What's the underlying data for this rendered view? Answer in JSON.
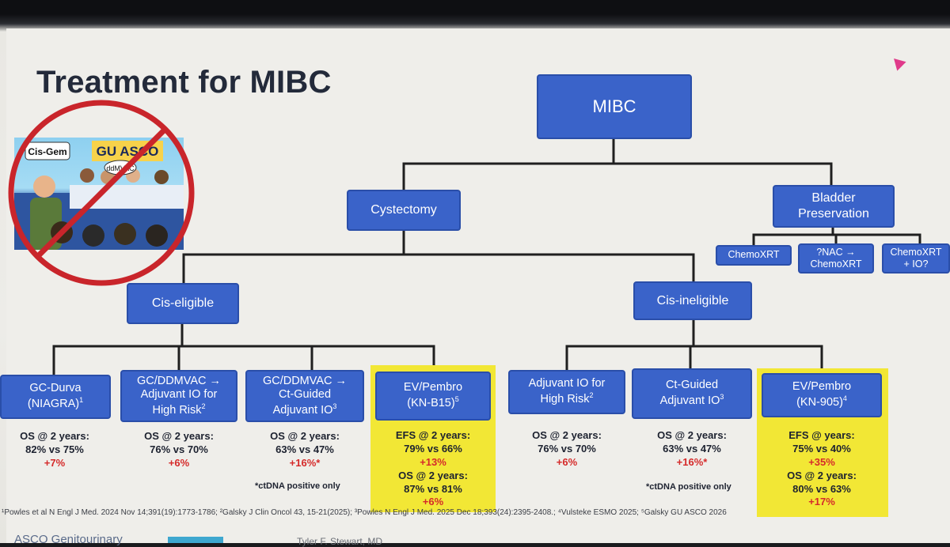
{
  "title": "Treatment for MIBC",
  "root": "MIBC",
  "branches": {
    "cystectomy": "Cystectomy",
    "bladder_preservation": [
      "Bladder",
      "Preservation"
    ]
  },
  "preservation_options": [
    [
      "ChemoXRT"
    ],
    [
      "?NAC →",
      "ChemoXRT"
    ],
    [
      "ChemoXRT",
      "+ IO?"
    ]
  ],
  "subgroups": {
    "cis_eligible": "Cis-eligible",
    "cis_ineligible": "Cis-ineligible"
  },
  "cartoon": {
    "sign1": "Cis-Gem",
    "sign2": "GU ASCO",
    "sign3": "ddMVAC"
  },
  "regimens": [
    {
      "lines": [
        "GC-Durva",
        "(NIAGRA)"
      ],
      "sup": "1",
      "stats": [
        {
          "label": "OS @ 2 years:",
          "value": "82% vs 75%",
          "delta": "+7%"
        }
      ]
    },
    {
      "lines": [
        "GC/DDMVAC →",
        "Adjuvant IO for",
        "High Risk"
      ],
      "sup": "2",
      "stats": [
        {
          "label": "OS @ 2 years:",
          "value": "76% vs 70%",
          "delta": "+6%"
        }
      ]
    },
    {
      "lines": [
        "GC/DDMVAC →",
        "Ct-Guided",
        "Adjuvant IO"
      ],
      "sup": "3",
      "stats": [
        {
          "label": "OS @ 2 years:",
          "value": "63% vs 47%",
          "delta": "+16%*"
        }
      ],
      "note": "*ctDNA positive only"
    },
    {
      "lines": [
        "EV/Pembro",
        "(KN-B15)"
      ],
      "sup": "5",
      "highlight": true,
      "stats": [
        {
          "label": "EFS @ 2 years:",
          "value": "79% vs 66%",
          "delta": "+13%"
        },
        {
          "label": "OS @ 2 years:",
          "value": "87% vs 81%",
          "delta": "+6%"
        }
      ]
    },
    {
      "lines": [
        "Adjuvant IO for",
        "High Risk"
      ],
      "sup": "2",
      "stats": [
        {
          "label": "OS @ 2 years:",
          "value": "76% vs 70%",
          "delta": "+6%"
        }
      ]
    },
    {
      "lines": [
        "Ct-Guided",
        "Adjuvant IO"
      ],
      "sup": "3",
      "stats": [
        {
          "label": "OS @ 2 years:",
          "value": "63% vs 47%",
          "delta": "+16%*"
        }
      ],
      "note": "*ctDNA positive only"
    },
    {
      "lines": [
        "EV/Pembro",
        "(KN-905)"
      ],
      "sup": "4",
      "highlight": true,
      "stats": [
        {
          "label": "EFS @ years:",
          "value": "75% vs 40%",
          "delta": "+35%"
        },
        {
          "label": "OS @ 2 years:",
          "value": "80% vs 63%",
          "delta": "+17%"
        }
      ]
    }
  ],
  "references": "¹Powles et al N Engl J Med. 2024 Nov 14;391(19):1773-1786; ²Galsky J Clin Oncol 43, 15-21(2025); ³Powles N Engl J Med. 2025 Dec 18;393(24):2395-2408.; ⁴Vulsteke ESMO 2025; ⁵Galsky GU ASCO 2026",
  "footer": {
    "left": "ASCO Genitourinary",
    "presenter": "Tyler F. Stewart, MD"
  },
  "colors": {
    "node": "#3a63c9",
    "highlight": "#f2e735",
    "delta": "#d52a2a"
  }
}
